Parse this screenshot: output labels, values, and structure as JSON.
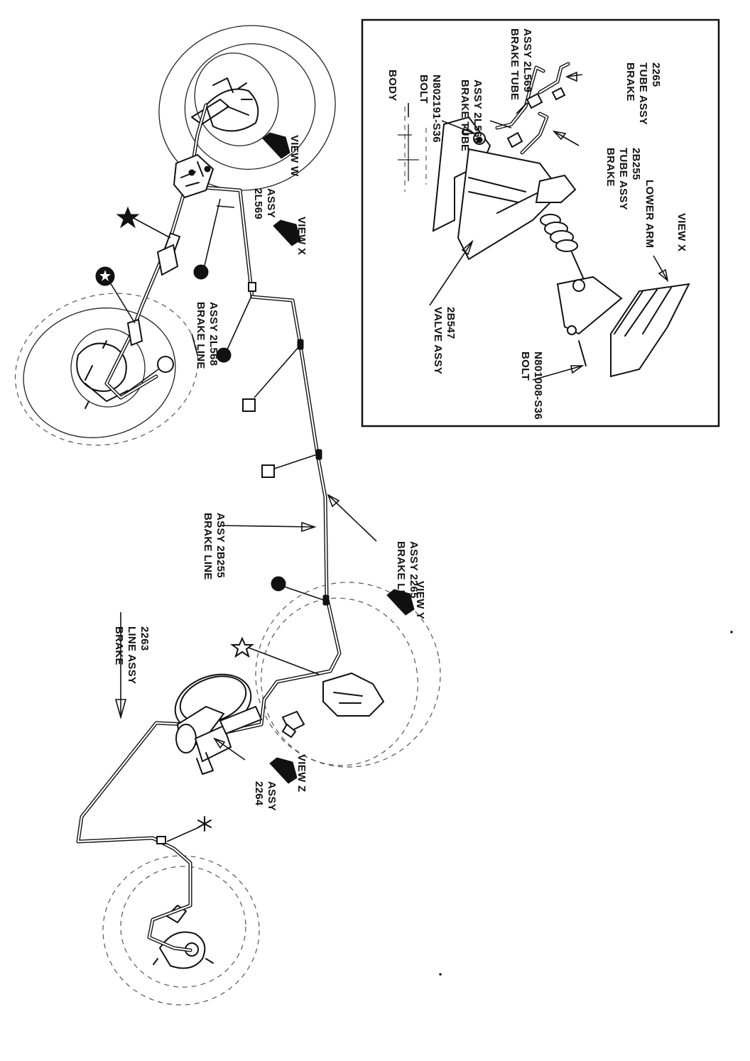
{
  "labels": {
    "brake_line_assy_2263": [
      "BRAKE",
      "LINE ASSY",
      "2263"
    ],
    "assy_2264": [
      "2264",
      "ASSY"
    ],
    "brake_line_assy_2b255": [
      "BRAKE LINE",
      "ASSY 2B255"
    ],
    "brake_line_assy_2265": [
      "BRAKE LINE",
      "ASSY 2265"
    ],
    "brake_line_assy_2l568": [
      "BRAKE LINE",
      "ASSY 2L568"
    ],
    "assy_2l569": [
      "2L569",
      "ASSY"
    ],
    "view_w": "VIEW W",
    "view_x_main": "VIEW X",
    "view_y": "VIEW Y",
    "view_z": "VIEW Z"
  },
  "inset": {
    "body": "BODY",
    "bolt_top": [
      "BOLT",
      "N802191-S36"
    ],
    "brake_tube_2l568": [
      "BRAKE TUBE",
      "ASSY 2L568"
    ],
    "brake_tube_2l569": [
      "BRAKE TUBE",
      "ASSY 2L569"
    ],
    "brake_tube_2265": [
      "BRAKE",
      "TUBE ASSY",
      "2265"
    ],
    "brake_tube_2b255": [
      "BRAKE",
      "TUBE ASSY",
      "2B255"
    ],
    "lower_arm": "LOWER ARM",
    "view_x": "VIEW X",
    "valve_assy": [
      "VALVE ASSY",
      "2B547"
    ],
    "bolt_bottom": [
      "BOLT",
      "N801008-S36"
    ]
  },
  "symbols": {
    "star_filled": "filled-star-icon",
    "star_in_circle": "circled-star-icon",
    "star_outline": "outline-star-icon",
    "asterisk": "asterisk-icon",
    "dot_filled": "filled-dot-icon",
    "circle_open": "open-circle-icon",
    "square_open": "open-square-icon",
    "view_arrow": "view-arrow-icon"
  }
}
